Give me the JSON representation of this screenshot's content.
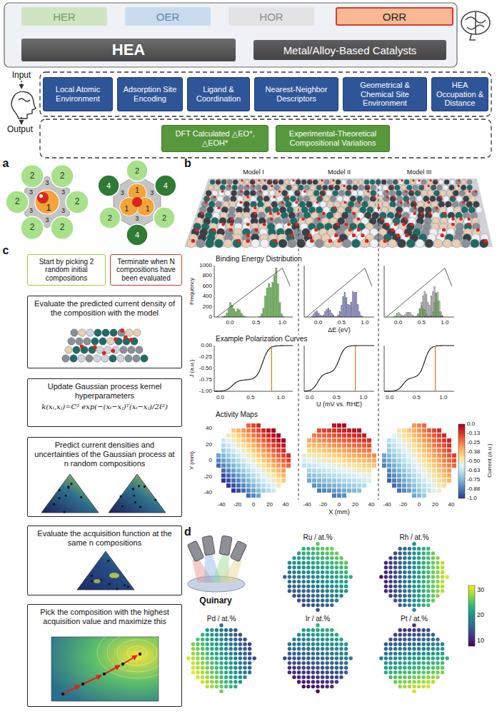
{
  "diagram": {
    "nodes": [
      {
        "text": [
          "HER"
        ]
      },
      {
        "text": [
          "OER"
        ]
      },
      {
        "text": [
          "HOR"
        ]
      },
      {
        "text": [
          "ORR"
        ]
      },
      {
        "text": [
          "HEA"
        ]
      },
      {
        "text": [
          "Metal/Alloy-Based Catalysts"
        ]
      },
      {
        "text": [
          "Local Atomic Environment"
        ]
      },
      {
        "text": [
          "Adsorption Site Encoding"
        ]
      },
      {
        "text": [
          "Ligand & Coordination"
        ]
      },
      {
        "text": [
          "Nearest-Neighbor Descriptors"
        ]
      },
      {
        "text": [
          "Geometrical & Chemical Site Environment"
        ]
      },
      {
        "text": [
          "HEA Occupation & Distance"
        ]
      },
      {
        "text": [
          "DFT Calculated △EO*, △EOH*"
        ]
      },
      {
        "text": [
          "Experimental-Theoretical Compositional Variations"
        ]
      },
      {
        "text": [
          "Start by picking 2 random initial compositions"
        ]
      },
      {
        "text": [
          "Terminate when N compositions have been evaluated"
        ]
      },
      {
        "text": [
          "Evaluate the predicted current density of the composition with the model"
        ]
      },
      {
        "text": [
          "Update Gaussian process kernel hyperparameters",
          "k(xᵢ,xⱼ)=C² exp(−(xᵢ−xⱼ)ᵀ(xᵢ−xⱼ)/2ℓ²)"
        ]
      },
      {
        "text": [
          "Predict current densities and uncertainties of the Gaussian process at n random compositions"
        ]
      },
      {
        "text": [
          "Evaluate the acquisition function at the same n compositions"
        ]
      },
      {
        "text": [
          "Pick the composition with the highest acquisition value and maximize this"
        ]
      }
    ],
    "edges": [
      {
        "from": 3,
        "to": 5,
        "arrow": "to"
      },
      {
        "from": 5,
        "to": 4,
        "arrow": "to"
      },
      {
        "from": 14,
        "to": 16,
        "arrow": "to"
      },
      {
        "from": 16,
        "to": 17,
        "arrow": "to"
      },
      {
        "from": 17,
        "to": 18,
        "arrow": "to"
      },
      {
        "from": 18,
        "to": 19,
        "arrow": "to"
      },
      {
        "from": 19,
        "to": 20,
        "arrow": "to"
      },
      {
        "from": 20,
        "to": 16,
        "arrow": "to"
      }
    ],
    "labels": [
      "Input",
      "Output",
      "a",
      "b",
      "c",
      "d",
      "1",
      "2",
      "2",
      "2",
      "2",
      "2",
      "2",
      "3",
      "3",
      "3",
      "3",
      "3",
      "3",
      "1",
      "1",
      "1",
      "3",
      "3",
      "3",
      "2",
      "2",
      "2",
      "4",
      "4",
      "4",
      "Model I",
      "Model II",
      "Model III",
      "Binding Energy Distribution",
      "Frequency",
      "1000",
      "800",
      "600",
      "400",
      "200",
      "0",
      "0.0",
      "0.5",
      "1.0",
      "0.0",
      "0.5",
      "1.0",
      "0.0",
      "0.5",
      "1.0",
      "ΔE (eV)",
      "Example Polarization Curves",
      "J (a.u.)",
      "0.00",
      "-0.25",
      "-0.50",
      "-0.75",
      "-1.00",
      "0.0",
      "0.5",
      "1.0",
      "0.0",
      "0.5",
      "1.0",
      "0.0",
      "0.5",
      "1.0",
      "U (mV vs. RHE)",
      "Activity Maps",
      "Y (mm)",
      "40",
      "20",
      "0",
      "-20",
      "-40",
      "-40",
      "-20",
      "0",
      "20",
      "40",
      "-40",
      "-20",
      "0",
      "20",
      "40",
      "-40",
      "-20",
      "0",
      "20",
      "40",
      "X (mm)",
      "Current (a.u.)",
      "0.0",
      "-0.13",
      "-0.25",
      "-0.38",
      "-0.50",
      "-0.63",
      "-0.75",
      "-0.88",
      "-1.0",
      "Quinary",
      "Ru / at.%",
      "Rh / at.%",
      "Pd / at.%",
      "Ir / at.%",
      "Pt / at.%",
      "30",
      "20",
      "10"
    ]
  }
}
